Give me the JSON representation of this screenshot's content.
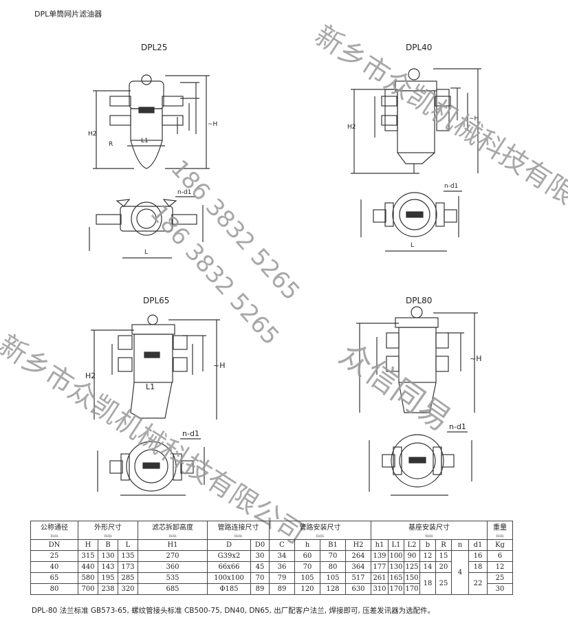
{
  "title": "DPL单筒网片滤油器",
  "views": {
    "dpl25": "DPL25",
    "dpl40": "DPL40",
    "dpl65": "DPL65",
    "dpl80": "DPL80"
  },
  "dim_labels": {
    "h1_clearance": "滤芯拆卸高度H1",
    "H2": "H2",
    "H": "~H",
    "C": "C",
    "D": "D",
    "h": "h",
    "h1": "h1",
    "L1": "L1",
    "L2": "L2",
    "R": "R",
    "b": "b",
    "B": "B",
    "B1": "B1",
    "L": "L",
    "nd1": "n-d1",
    "Do": "D0"
  },
  "watermarks": {
    "company": "新乡市众凯机械科技有限公司",
    "phone": "186 3832 5265",
    "brand": "众信同易"
  },
  "table": {
    "group_headers": [
      {
        "label": "公称通径",
        "unit": "mm"
      },
      {
        "label": "外形尺寸",
        "unit": "mm"
      },
      {
        "label": "滤芯拆卸高度",
        "unit": "mm"
      },
      {
        "label": "管路连接尺寸",
        "unit": "mm"
      },
      {
        "label": "管路安装尺寸",
        "unit": "mm"
      },
      {
        "label": "基座安装尺寸",
        "unit": "mm"
      },
      {
        "label": "重量",
        "unit": "mm"
      }
    ],
    "columns": [
      "DN",
      "H",
      "B",
      "L",
      "H1",
      "D",
      "D0",
      "C",
      "h",
      "B1",
      "H2",
      "h1",
      "L1",
      "L2",
      "b",
      "R",
      "n",
      "d1",
      "Kg"
    ],
    "rows": [
      [
        "25",
        "315",
        "130",
        "135",
        "270",
        "G39x2",
        "30",
        "34",
        "60",
        "70",
        "264",
        "139",
        "100",
        "90",
        "12",
        "15",
        "",
        "16",
        "6"
      ],
      [
        "40",
        "440",
        "143",
        "173",
        "360",
        "66x66",
        "45",
        "36",
        "70",
        "80",
        "364",
        "177",
        "130",
        "125",
        "14",
        "20",
        "",
        "18",
        "12"
      ],
      [
        "65",
        "580",
        "195",
        "285",
        "535",
        "100x100",
        "70",
        "79",
        "105",
        "105",
        "517",
        "261",
        "165",
        "150",
        "",
        "",
        "",
        "",
        "25"
      ],
      [
        "80",
        "700",
        "238",
        "320",
        "685",
        "Φ185",
        "89",
        "89",
        "120",
        "128",
        "630",
        "310",
        "170",
        "170",
        "",
        "",
        "",
        "",
        "30"
      ]
    ],
    "merged": {
      "b_65_80": "18",
      "R_65_80": "25",
      "n_all": "4",
      "d1_65_80": "22"
    }
  },
  "note": "DPL-80 法兰标准 GB573-65, 螺纹管接头标准 CB500-75, DN40, DN65, 出厂配客户法兰, 焊接即可, 压差发讯器为选配件。"
}
